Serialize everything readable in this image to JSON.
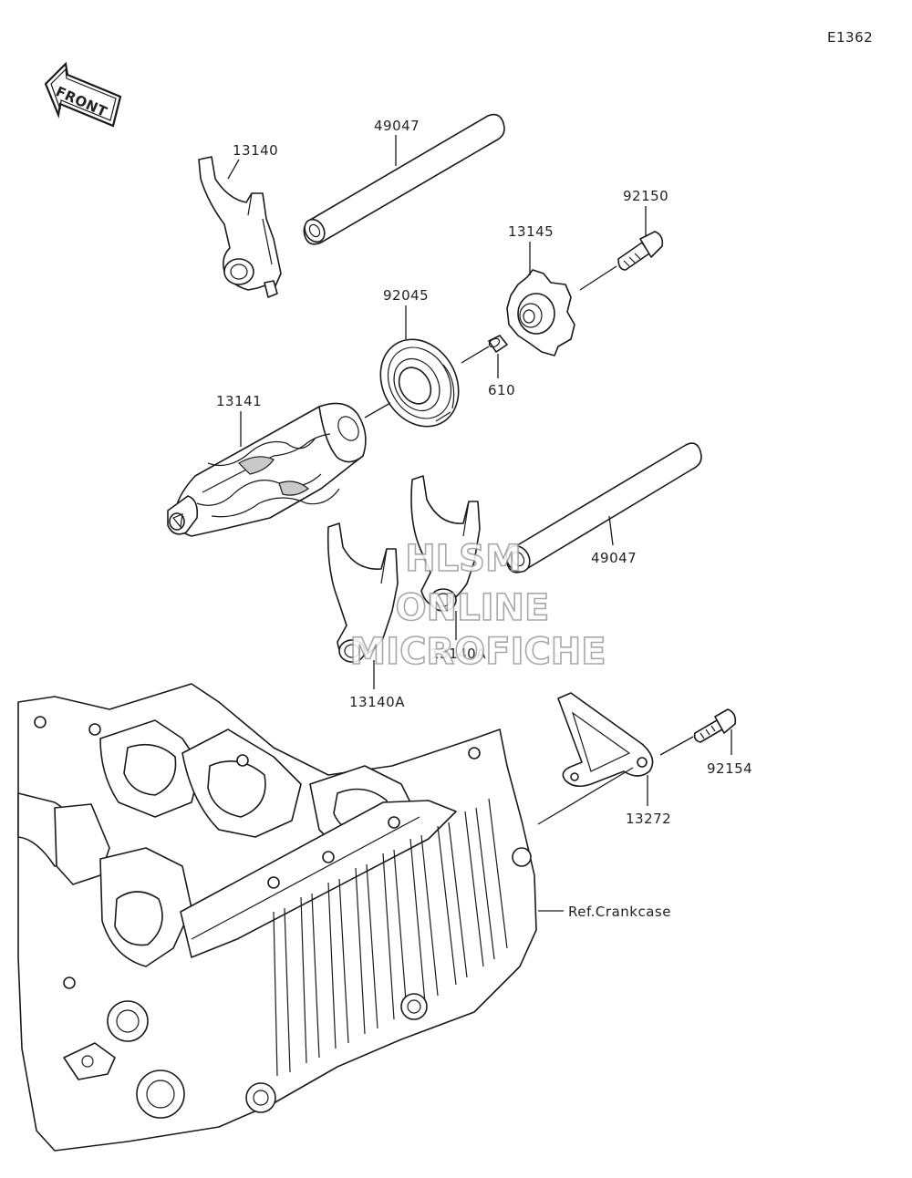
{
  "diagram_id": "E1362",
  "front_label": "FRONT",
  "parts": {
    "fork_top": "13140",
    "shaft_top": "49047",
    "bolt_top": "92150",
    "detent_star": "13145",
    "bearing": "92045",
    "pin": "610",
    "drum": "13141",
    "shaft_mid": "49047",
    "fork_a_right": "13140A",
    "fork_a_left": "13140A",
    "plate": "13272",
    "bolt_bottom": "92154"
  },
  "ref_crankcase": "Ref.Crankcase",
  "watermark": {
    "line1": "HLSM",
    "line2": "ONLINE",
    "line3": "MICROFICHE"
  }
}
